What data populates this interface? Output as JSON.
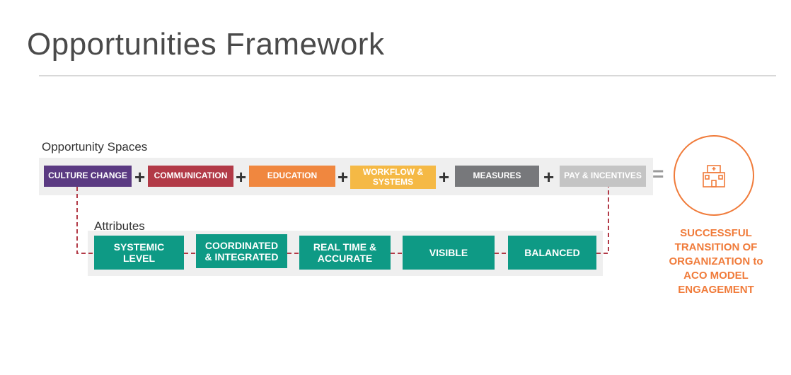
{
  "title": "Opportunities Framework",
  "opportunity_label": "Opportunity Spaces",
  "attributes_label": "Attributes",
  "opportunities": [
    {
      "label": "CULTURE CHANGE",
      "color": "#5b3a82"
    },
    {
      "label": "COMMUNICATION",
      "color": "#b23a47"
    },
    {
      "label": "EDUCATION",
      "color": "#f0873f"
    },
    {
      "label": "WORKFLOW & SYSTEMS",
      "color": "#f5b945"
    },
    {
      "label": "MEASURES",
      "color": "#77787b"
    },
    {
      "label": "PAY & INCENTIVES",
      "color": "#c4c4c4"
    }
  ],
  "operator_plus": "+",
  "operator_equals": "=",
  "attributes": [
    {
      "label": "SYSTEMIC LEVEL"
    },
    {
      "label": "COORDINATED & INTEGRATED"
    },
    {
      "label": "REAL TIME & ACCURATE"
    },
    {
      "label": "VISIBLE"
    },
    {
      "label": "BALANCED"
    }
  ],
  "result": {
    "icon": "hospital-icon",
    "text": "SUCCESSFUL TRANSITION OF ORGANIZATION to ACO MODEL ENGAGEMENT",
    "color": "#f07b3a"
  },
  "connector_color": "#b23a47"
}
